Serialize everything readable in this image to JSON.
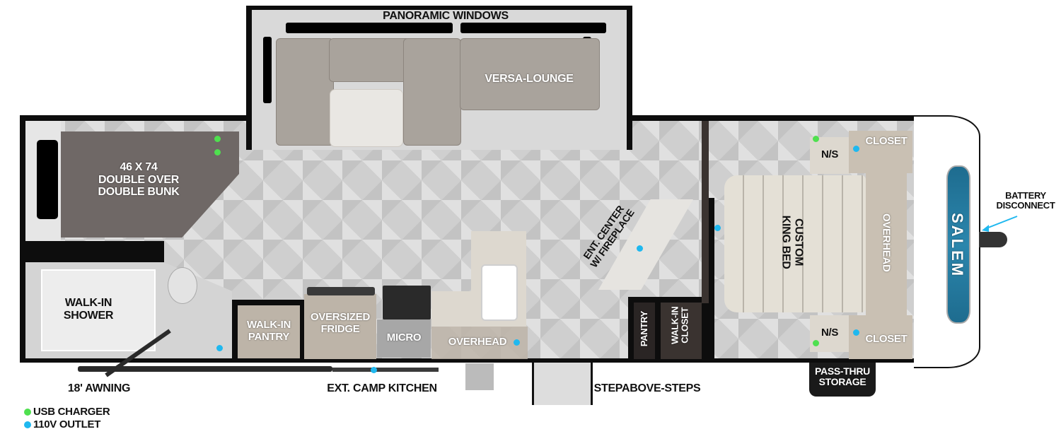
{
  "floorplan": {
    "brand_logo_text": "SALEM",
    "rooms": {
      "slide_out_title": "Panoramic Windows",
      "lounge": "Versa-Lounge",
      "bunk_size": "46 x 74",
      "bunk_line1": "Double Over",
      "bunk_line2": "Double Bunk",
      "shower_line1": "Walk-In",
      "shower_line2": "Shower",
      "walkin_pantry_line1": "Walk-In",
      "walkin_pantry_line2": "Pantry",
      "fridge_line1": "Oversized",
      "fridge_line2": "Fridge",
      "micro": "Micro",
      "overhead_kitchen": "Overhead",
      "ent_center_line1": "Ent. Center",
      "ent_center_line2": "w/ Fireplace",
      "pantry": "Pantry",
      "walkin_closet_line1": "Walk-In",
      "walkin_closet_line2": "Closet",
      "bed_line1": "Custom",
      "bed_line2": "King Bed",
      "overhead_bedroom": "Overhead",
      "nightstand_top": "N/S",
      "nightstand_bottom": "N/S",
      "closet_top": "Closet",
      "closet_bottom": "Closet"
    },
    "exterior": {
      "awning": "18' Awning",
      "camp_kitchen": "Ext. Camp Kitchen",
      "steps": "StepAbove-Steps",
      "pass_thru_line1": "Pass-Thru",
      "pass_thru_line2": "Storage",
      "battery_line1": "Battery",
      "battery_line2": "Disconnect"
    },
    "legend": {
      "items": [
        {
          "label": "USB Charger",
          "color": "#4fe04f"
        },
        {
          "label": "110V Outlet",
          "color": "#1fb8ef"
        }
      ]
    }
  }
}
